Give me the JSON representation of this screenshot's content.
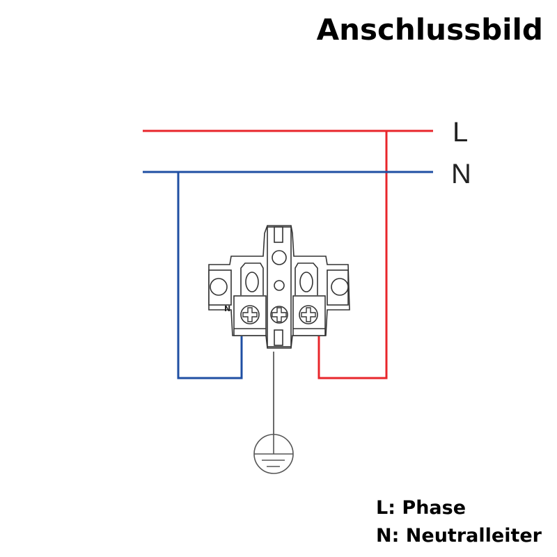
{
  "title": "Anschlussbild",
  "wire_labels": {
    "phase": "L",
    "neutral": "N"
  },
  "terminal_label": "N",
  "legend": [
    "L: Phase",
    "N: Neutralleiter"
  ],
  "colors": {
    "phase": "#e8262b",
    "neutral": "#1f4fa3",
    "outline": "#333333"
  }
}
